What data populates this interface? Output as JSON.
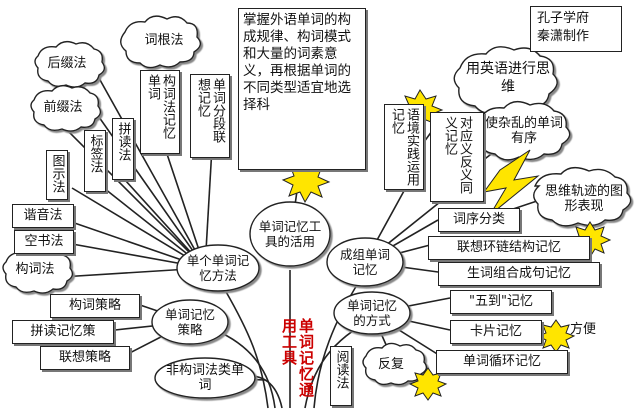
{
  "title_credit": [
    "孔子学府",
    "秦潇制作"
  ],
  "root": "单词记忆通用工具",
  "hubs": {
    "single": "单个单词记忆方法",
    "tools": "单词记忆工具的活用",
    "group": "成组单词记忆",
    "strategy": "单词记忆策略",
    "mode": "单词记忆的方式",
    "nonword": "非构词法类单词"
  },
  "clouds": {
    "root_method": "词根法",
    "suffix": "后缀法",
    "prefix": "前缀法",
    "wordform": "构词法",
    "english_thinking": "用英语进行思维",
    "order": "使杂乱的单词有序",
    "trajectory": "思维轨迹的图形表现",
    "repeat": "反复"
  },
  "vertical_boxes": {
    "wordform_memory": "构词法记忆单词",
    "segment": "单词分段联想记忆",
    "spelling": "拼读法",
    "labeling": "标签法",
    "diagram": "图示法",
    "context": "语境实践运用记忆",
    "antonym": "对应义反义同义记忆",
    "reading": "阅读法"
  },
  "horizontal_boxes": {
    "homophone": "谐音法",
    "blank": "空书法",
    "wordform_strategy": "构词策略",
    "spelling_strategy": "拼读记忆策",
    "association_strategy": "联想策略",
    "word_order": "词序分类",
    "chain": "联想环链结构记忆",
    "phrase": "生词组合成句记忆",
    "five_to": "\"五到\"记忆",
    "card": "卡片记忆",
    "cycle": "单词循环记忆",
    "convenient": "方便"
  },
  "principle": "掌握外语单词的构成规律、构词模式和大量的词素意义，再根据单词的不同类型适宜地选择科"
}
